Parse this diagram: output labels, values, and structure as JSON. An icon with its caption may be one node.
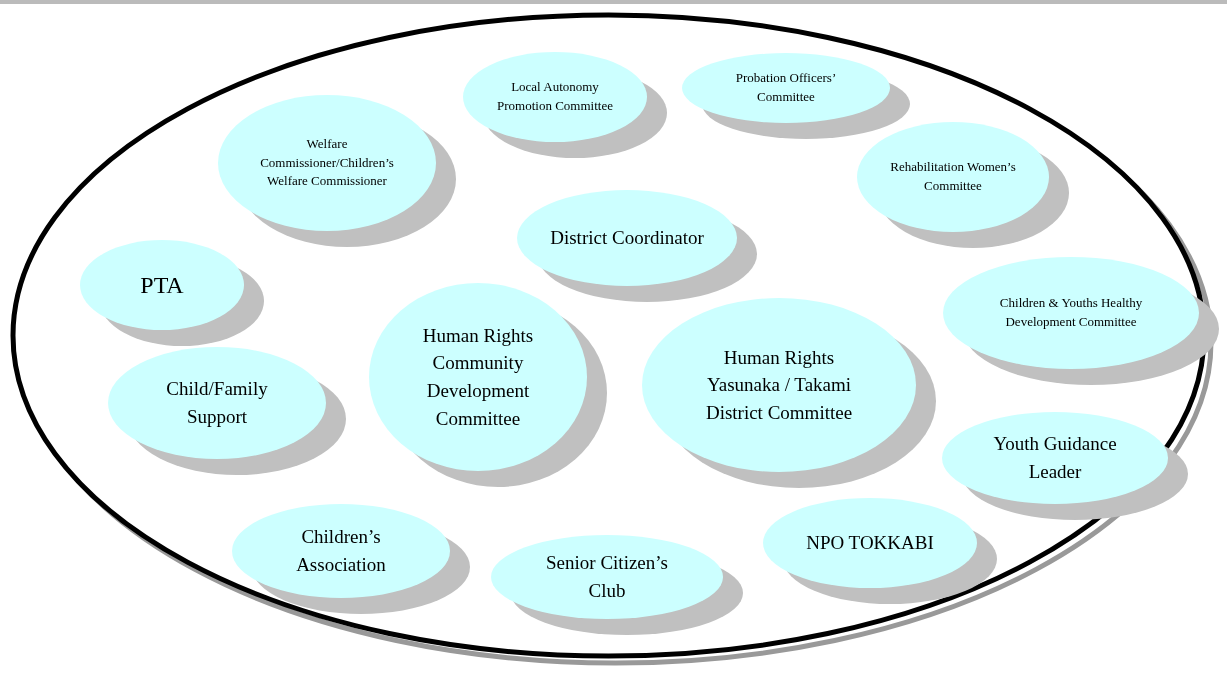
{
  "diagram": {
    "nodes": [
      {
        "text": [],
        "shape": "ellipse"
      },
      {
        "text": [
          "Local Autonomy Promotion Committee"
        ],
        "in": 0
      },
      {
        "text": [
          "Probation Officers’ Committee"
        ],
        "in": 0
      },
      {
        "text": [
          "Welfare Commissioner/Children’s Welfare Commissioner"
        ],
        "in": 0
      },
      {
        "text": [
          "Rehabilitation Women’s Committee"
        ],
        "in": 0
      },
      {
        "text": [
          "District Coordinator"
        ],
        "in": 0
      },
      {
        "text": [
          "PTA"
        ],
        "in": 0
      },
      {
        "text": [
          "Children & Youths Healthy Development Committee"
        ],
        "in": 0
      },
      {
        "text": [
          "Human Rights Community Development Committee"
        ],
        "in": 0
      },
      {
        "text": [
          "Human Rights Yasunaka / Takami District Committee"
        ],
        "in": 0
      },
      {
        "text": [
          "Child/Family Support"
        ],
        "in": 0
      },
      {
        "text": [
          "Youth Guidance Leader"
        ],
        "in": 0
      },
      {
        "text": [
          "NPO TOKKABI"
        ],
        "in": 0
      },
      {
        "text": [
          "Children’s Association"
        ],
        "in": 0
      },
      {
        "text": [
          "Senior Citizen’s Club"
        ],
        "in": 0
      }
    ],
    "edges": []
  }
}
